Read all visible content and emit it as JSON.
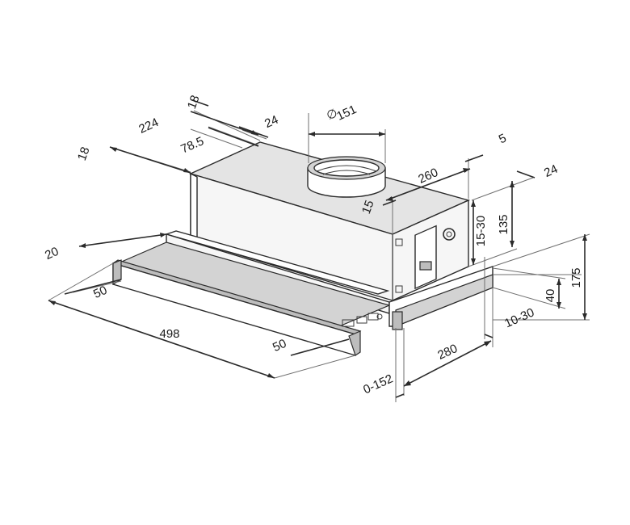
{
  "dimensions": {
    "d18_top": "18",
    "d224": "224",
    "d18_left": "18",
    "d24_top": "24",
    "d78_5": "78.5",
    "d151": "151",
    "diameter_symbol": "∅",
    "d5": "5",
    "d260": "260",
    "d24_right": "24",
    "d15": "15",
    "d15_30": "15-30",
    "d135": "135",
    "d175": "175",
    "d20": "20",
    "d50_left": "50",
    "d498": "498",
    "d50_bottom": "50",
    "d40": "40",
    "d10_30": "10-30",
    "d280": "280",
    "d0_152": "0-152"
  }
}
